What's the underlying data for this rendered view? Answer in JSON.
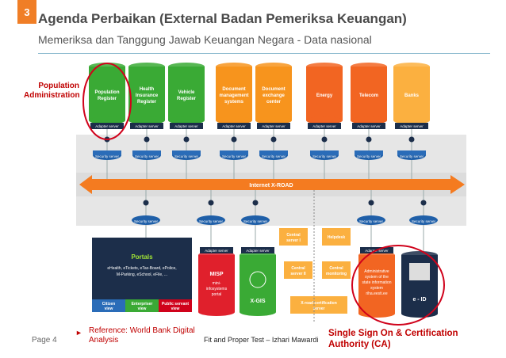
{
  "page_number": "3",
  "title": "Agenda Perbaikan (External Badan Pemeriksa Keuangan)",
  "subtitle": "Memeriksa dan Tanggung Jawab Keuangan Negara - Data nasional",
  "annotation_left": [
    "Population",
    "Administration"
  ],
  "diagram": {
    "registers": [
      {
        "label": [
          "Population",
          "Register"
        ],
        "color": "#3aaa35"
      },
      {
        "label": [
          "Health",
          "Insurance",
          "Register"
        ],
        "color": "#3aaa35"
      },
      {
        "label": [
          "Vehicle",
          "Register"
        ],
        "color": "#3aaa35"
      },
      {
        "label": [
          "Document",
          "management",
          "systems"
        ],
        "color": "#f7941d"
      },
      {
        "label": [
          "Document",
          "exchange",
          "center"
        ],
        "color": "#f7941d"
      },
      {
        "label": [
          "Energy"
        ],
        "color": "#f26522"
      },
      {
        "label": [
          "Telecom"
        ],
        "color": "#f26522"
      },
      {
        "label": [
          "Banks"
        ],
        "color": "#fbb040"
      }
    ],
    "adapter_label": "Adapter server",
    "security_label": "Security server",
    "xroad_label": "Internet X-ROAD",
    "portals": {
      "title": "Portals",
      "lines": [
        "eHealth, eTickets, eTax-Board, ePolice,",
        "M-Parking, eSchool, eFile, ..."
      ],
      "views": [
        "Citizen view",
        "Enterpriser view",
        "Public servant view"
      ]
    },
    "misp": {
      "title": "MISP",
      "lines": [
        "mini-",
        "infosystems",
        "portal"
      ]
    },
    "xgis": "X-GIS",
    "central_server_1": [
      "Central",
      "server I"
    ],
    "helpdesk": "Helpdesk",
    "central_server_2": [
      "Central",
      "server II"
    ],
    "central_monitoring": [
      "Central",
      "monitoring"
    ],
    "xroad_cert": [
      "X-road certification",
      "server"
    ],
    "admin_system": [
      "Administrative",
      "system of the",
      "state information",
      "system",
      "riha.eesti.ee"
    ],
    "eid": "e - ID"
  },
  "footer": {
    "page": "Page 4",
    "reference": "Reference: World Bank Digital Analysis",
    "center": "Fit and Proper Test – Izhari Mawardi",
    "sso": [
      "Single Sign On & Certification",
      "Authority (CA)"
    ]
  },
  "colors": {
    "accent": "#f07e26",
    "red": "#c00000",
    "navy": "#1c2e4a"
  }
}
